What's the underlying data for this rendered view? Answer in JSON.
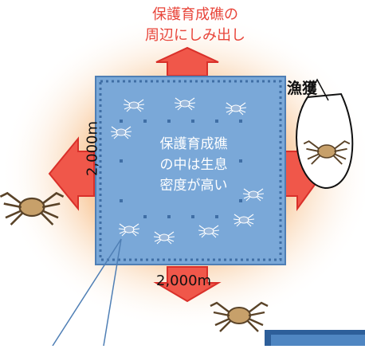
{
  "diagram": {
    "outflow_note": [
      "保護育成礁の",
      "周辺にしみ出し"
    ],
    "catch_label": "漁獲",
    "density_note": [
      "保護育成礁",
      "の中は生息",
      "密度が高い"
    ],
    "side_dimension": "2,000m",
    "bottom_dimension": "2,000m"
  },
  "colors": {
    "glow": "#f4a15a",
    "reef_fill": "#7aa8d8",
    "reef_border": "#4f7fb5",
    "arrow_fill": "#f0574a",
    "arrow_stroke": "#d9302a",
    "text_red": "#e8453a"
  },
  "icons": [
    "crab-icon",
    "arrow-icon",
    "net-icon"
  ]
}
